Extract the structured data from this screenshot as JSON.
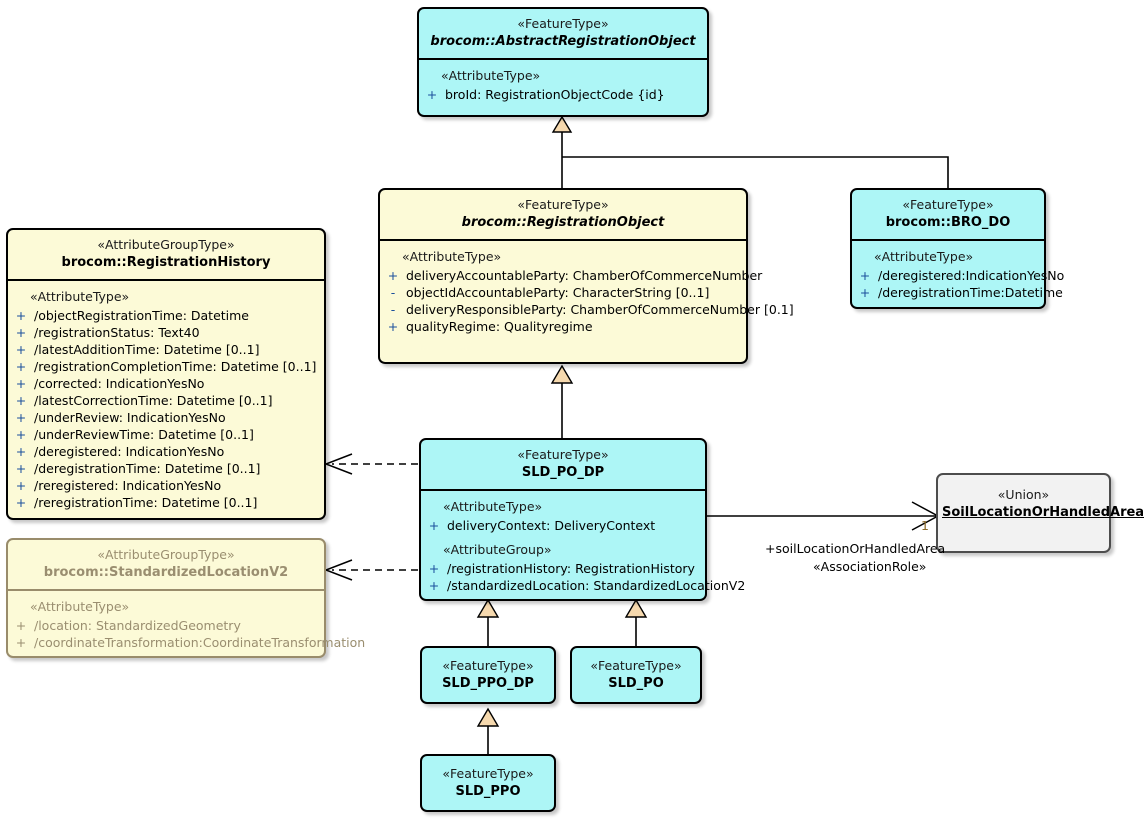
{
  "diagram": {
    "title": "UML class diagram",
    "colors": {
      "featuretype_fill": "#adf6f6",
      "attributegrouptype_fill": "#fcfad7",
      "union_fill": "#f2f2f2",
      "generalization_arrow_fill": "#f6d9ae",
      "multiplicity_text": "#8a6a2a",
      "visibility_text": "#1a4f9c",
      "border": "#000000"
    }
  },
  "classes": {
    "abstract_registration_object": {
      "stereotype": "«FeatureType»",
      "name": "brocom::AbstractRegistrationObject",
      "compartment_label": "«AttributeType»",
      "attributes": [
        {
          "visibility": "+",
          "text": "broId: RegistrationObjectCode {id}"
        }
      ]
    },
    "registration_object": {
      "stereotype": "«FeatureType»",
      "name": "brocom::RegistrationObject",
      "compartment_label": "«AttributeType»",
      "attributes": [
        {
          "visibility": "+",
          "text": "deliveryAccountableParty: ChamberOfCommerceNumber"
        },
        {
          "visibility": "-",
          "text": "objectIdAccountableParty: CharacterString [0..1]"
        },
        {
          "visibility": "-",
          "text": "deliveryResponsibleParty: ChamberOfCommerceNumber [0.1]"
        },
        {
          "visibility": "+",
          "text": "qualityRegime: Qualityregime"
        }
      ]
    },
    "bro_do": {
      "stereotype": "«FeatureType»",
      "name": "brocom::BRO_DO",
      "compartment_label": "«AttributeType»",
      "attributes": [
        {
          "visibility": "+",
          "text": "/deregistered:IndicationYesNo"
        },
        {
          "visibility": "+",
          "text": "/deregistrationTime:Datetime"
        }
      ]
    },
    "registration_history": {
      "stereotype": "«AttributeGroupType»",
      "name": "brocom::RegistrationHistory",
      "compartment_label": "«AttributeType»",
      "attributes": [
        {
          "visibility": "+",
          "text": "/objectRegistrationTime: Datetime"
        },
        {
          "visibility": "+",
          "text": "/registrationStatus: Text40"
        },
        {
          "visibility": "+",
          "text": "/latestAdditionTime: Datetime [0..1]"
        },
        {
          "visibility": "+",
          "text": "/registrationCompletionTime: Datetime [0..1]"
        },
        {
          "visibility": "+",
          "text": "/corrected: IndicationYesNo"
        },
        {
          "visibility": "+",
          "text": "/latestCorrectionTime: Datetime [0..1]"
        },
        {
          "visibility": "+",
          "text": "/underReview: IndicationYesNo"
        },
        {
          "visibility": "+",
          "text": "/underReviewTime: Datetime [0..1]"
        },
        {
          "visibility": "+",
          "text": "/deregistered: IndicationYesNo"
        },
        {
          "visibility": "+",
          "text": "/deregistrationTime: Datetime [0..1]"
        },
        {
          "visibility": "+",
          "text": "/reregistered: IndicationYesNo"
        },
        {
          "visibility": "+",
          "text": "/reregistrationTime: Datetime [0..1]"
        }
      ]
    },
    "standardized_location_v2": {
      "stereotype": "«AttributeGroupType»",
      "name": "brocom::StandardizedLocationV2",
      "compartment_label": "«AttributeType»",
      "attributes": [
        {
          "visibility": "+",
          "text": "/location: StandardizedGeometry"
        },
        {
          "visibility": "+",
          "text": "/coordinateTransformation:CoordinateTransformation"
        }
      ]
    },
    "sld_po_dp": {
      "stereotype": "«FeatureType»",
      "name": "SLD_PO_DP",
      "compartment_label": "«AttributeType»",
      "attributes": [
        {
          "visibility": "+",
          "text": "deliveryContext: DeliveryContext"
        }
      ],
      "group_label": "«AttributeGroup»",
      "group_attributes": [
        {
          "visibility": "+",
          "text": "/registrationHistory: RegistrationHistory"
        },
        {
          "visibility": "+",
          "text": "/standardizedLocation: StandardizedLocationV2"
        }
      ]
    },
    "sld_ppo_dp": {
      "stereotype": "«FeatureType»",
      "name": "SLD_PPO_DP"
    },
    "sld_po": {
      "stereotype": "«FeatureType»",
      "name": "SLD_PO"
    },
    "sld_ppo": {
      "stereotype": "«FeatureType»",
      "name": "SLD_PPO"
    },
    "soil_location_or_handled_area": {
      "stereotype": "«Union»",
      "name": "SoilLocationOrHandledArea"
    }
  },
  "connectors": {
    "association_role_name": "+soilLocationOrHandledArea",
    "association_role_stereotype": "«AssociationRole»",
    "association_multiplicity": "1"
  }
}
